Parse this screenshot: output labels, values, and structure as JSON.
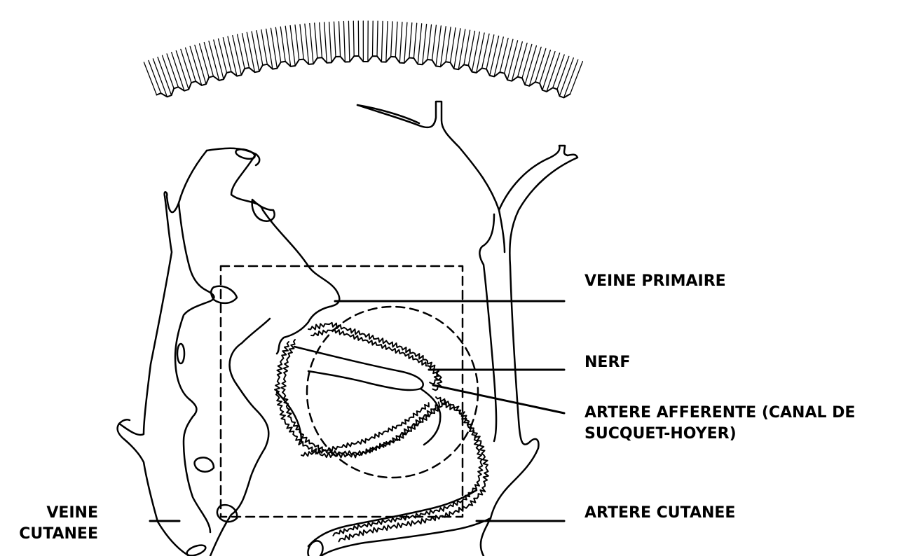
{
  "labels": {
    "veine_primaire": "VEINE PRIMAIRE",
    "nerf": "NERF",
    "artere_afferente_line1": "ARTERE AFFERENTE (CANAL DE",
    "artere_afferente_line2": "SUCQUET-HOYER)",
    "artere_cutanee": "ARTERE CUTANEE",
    "veine_cutanee_line1": "VEINE",
    "veine_cutanee_line2": "CUTANEE"
  },
  "colors": {
    "ink": "#000000",
    "paper": "#ffffff"
  }
}
